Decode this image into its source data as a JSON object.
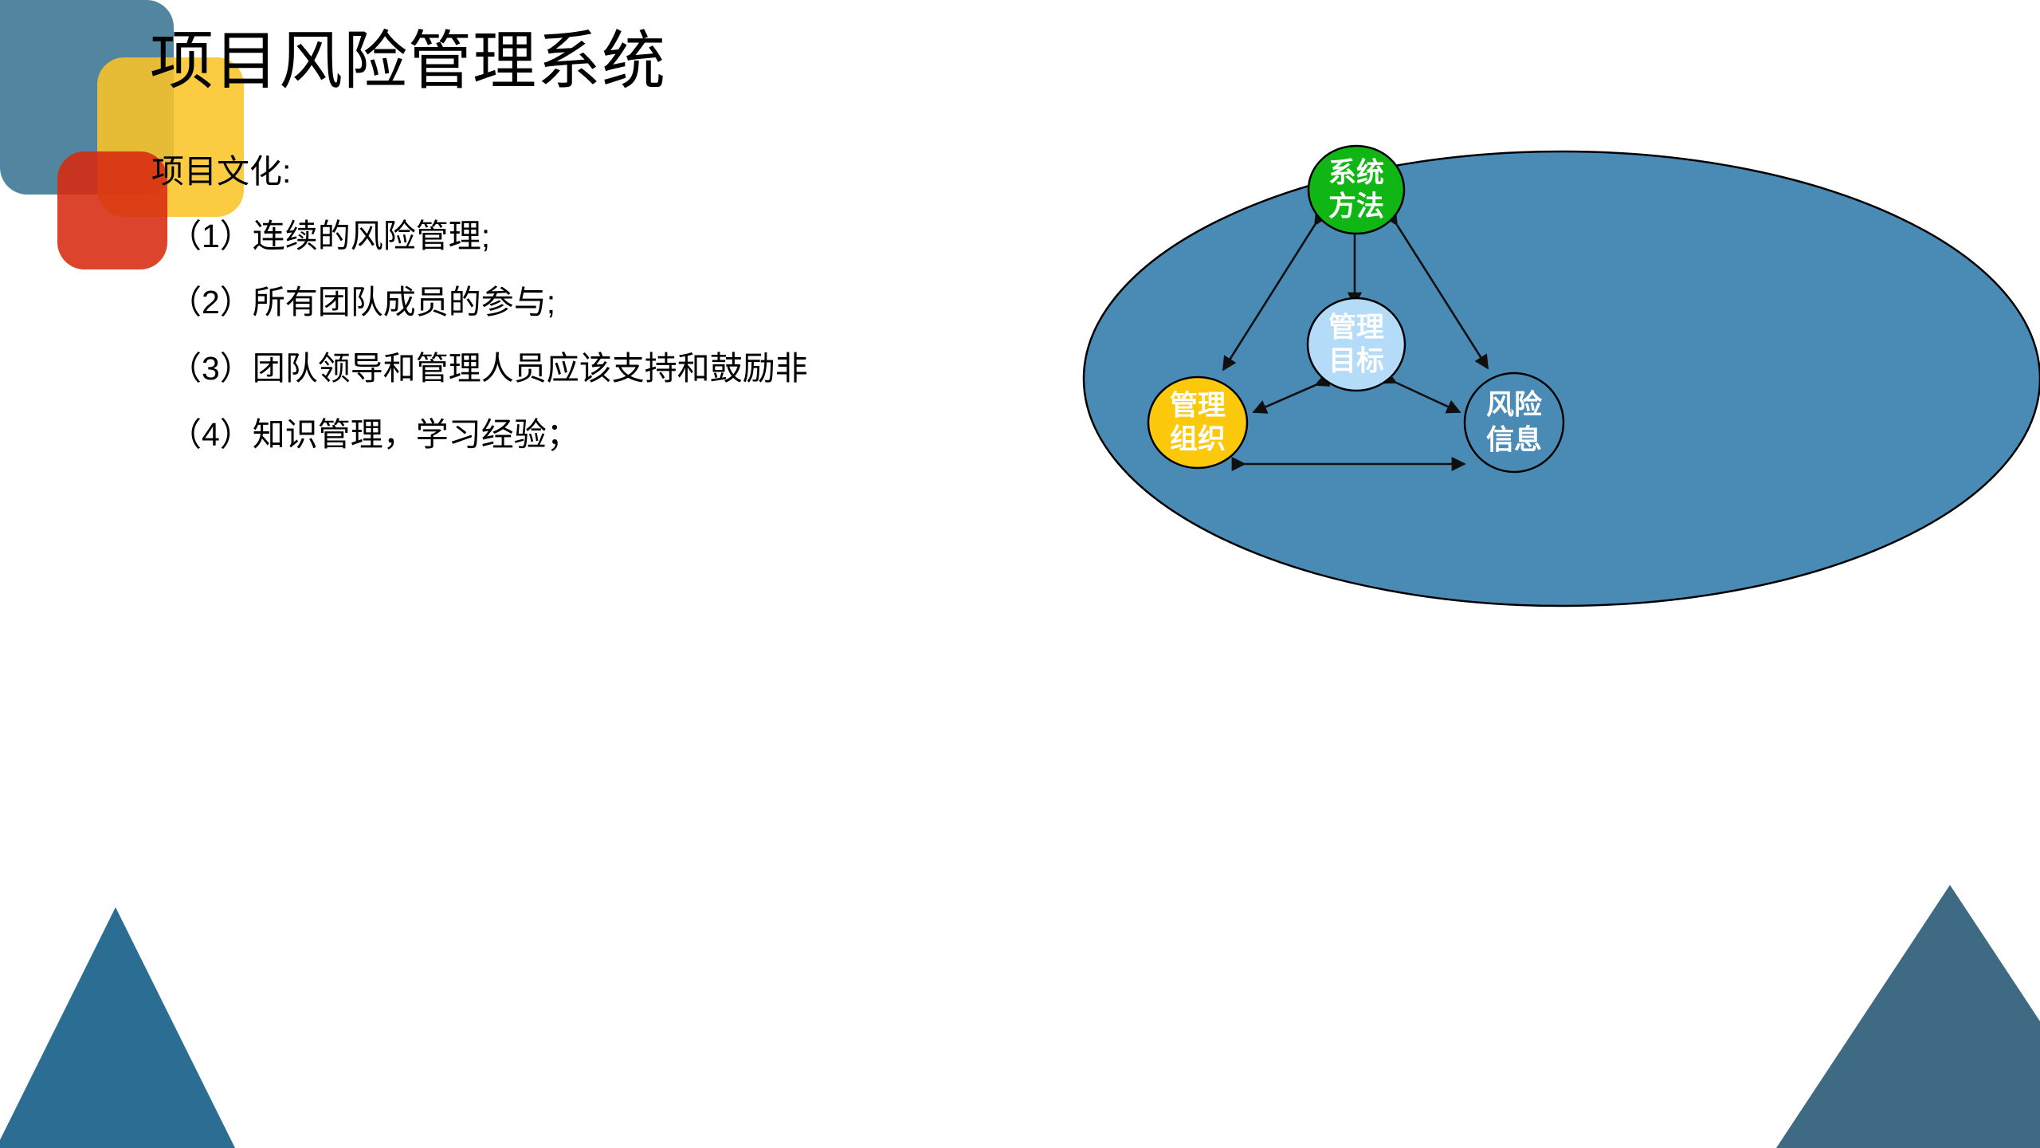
{
  "slide": {
    "title": "项目风险管理系统",
    "background_color": "#ffffff"
  },
  "decoration": {
    "rect_blue_color": "#457C98",
    "rect_yellow_color": "#FAC428",
    "rect_red_color": "#D72A10",
    "triangle_left_color": "#2C6E93",
    "triangle_right_color": "#3E6A84"
  },
  "body": {
    "intro": "项目文化:",
    "items": [
      "（1）连续的风险管理;",
      "（2）所有团队成员的参与;",
      "（3）团队领导和管理人员应该支持和鼓励非",
      "（4）知识管理，学习经验；"
    ]
  },
  "diagram": {
    "container_fill": "#4A8BB5",
    "container_stroke": "#000000",
    "nodes": [
      {
        "id": "system-method",
        "line1": "系统",
        "line2": "方法",
        "fill": "#10B614",
        "stroke": "#000000",
        "text_color": "#ffffff"
      },
      {
        "id": "management-goal",
        "line1": "管理",
        "line2": "目标",
        "fill": "#B4DBF7",
        "stroke": "#000000",
        "text_color": "#ffffff"
      },
      {
        "id": "management-organization",
        "line1": "管理",
        "line2": "组织",
        "fill": "#FCC80B",
        "stroke": "#000000",
        "text_color": "#ffffff"
      },
      {
        "id": "risk-information",
        "line1": "风险",
        "line2": "信息",
        "fill": "none",
        "stroke": "#000000",
        "text_color": "#ffffff"
      }
    ],
    "connections": [
      {
        "from": "system-method",
        "to": "management-goal",
        "style": "double-arrow"
      },
      {
        "from": "system-method",
        "to": "management-organization",
        "style": "double-arrow"
      },
      {
        "from": "system-method",
        "to": "risk-information",
        "style": "double-arrow"
      },
      {
        "from": "management-goal",
        "to": "management-organization",
        "style": "double-arrow"
      },
      {
        "from": "management-goal",
        "to": "risk-information",
        "style": "double-arrow"
      },
      {
        "from": "management-organization",
        "to": "risk-information",
        "style": "double-arrow"
      }
    ]
  }
}
